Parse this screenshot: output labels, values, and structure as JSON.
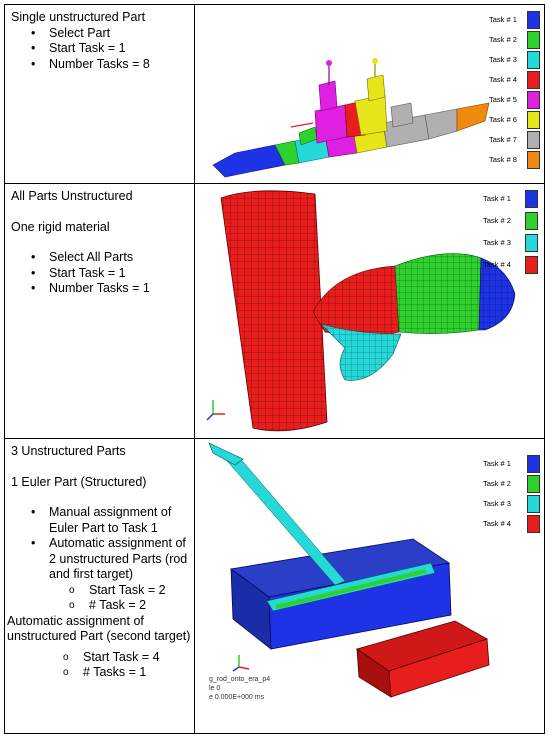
{
  "rows": [
    {
      "title": "Single unstructured Part",
      "bullets": [
        "Select Part",
        "Start Task = 1",
        "Number Tasks = 8"
      ],
      "legend": [
        {
          "label": "Task # 1",
          "color": "#1f33e6"
        },
        {
          "label": "Task # 2",
          "color": "#2fd12f"
        },
        {
          "label": "Task # 3",
          "color": "#26d9d9"
        },
        {
          "label": "Task # 4",
          "color": "#e81e1e"
        },
        {
          "label": "Task # 5",
          "color": "#e020e0"
        },
        {
          "label": "Task # 6",
          "color": "#e6e61a"
        },
        {
          "label": "Task # 7",
          "color": "#b0b0b0"
        },
        {
          "label": "Task # 8",
          "color": "#ee8a10"
        }
      ]
    },
    {
      "title": "All Parts Unstructured",
      "subtitle": "One rigid material",
      "bullets": [
        "Select All Parts",
        "Start Task = 1",
        "Number Tasks = 1"
      ],
      "legend": [
        {
          "label": "Task # 1",
          "color": "#1f33e6"
        },
        {
          "label": "Task # 2",
          "color": "#2fd12f"
        },
        {
          "label": "Task # 3",
          "color": "#26d9d9"
        },
        {
          "label": "Task # 4",
          "color": "#e81e1e"
        }
      ]
    },
    {
      "title": "3 Unstructured Parts",
      "subtitle": "1 Euler Part (Structured)",
      "bullets": [
        "Manual assignment of Euler Part to Task 1",
        "Automatic assignment of 2 unstructured Parts (rod and first target)"
      ],
      "sub_bullets_1": [
        "Start Task = 2",
        "# Task = 2"
      ],
      "note": "Automatic assignment of unstructured Part (second target)",
      "sub_bullets_2": [
        "Start Task = 4",
        "# Tasks = 1"
      ],
      "legend": [
        {
          "label": "Task # 1",
          "color": "#1f33e6"
        },
        {
          "label": "Task # 2",
          "color": "#2fd12f"
        },
        {
          "label": "Task # 3",
          "color": "#26d9d9"
        },
        {
          "label": "Task # 4",
          "color": "#e81e1e"
        }
      ],
      "caption": [
        "g_rod_onto_era_p4",
        "le 0",
        "e 0.000E+000 ms"
      ]
    }
  ]
}
